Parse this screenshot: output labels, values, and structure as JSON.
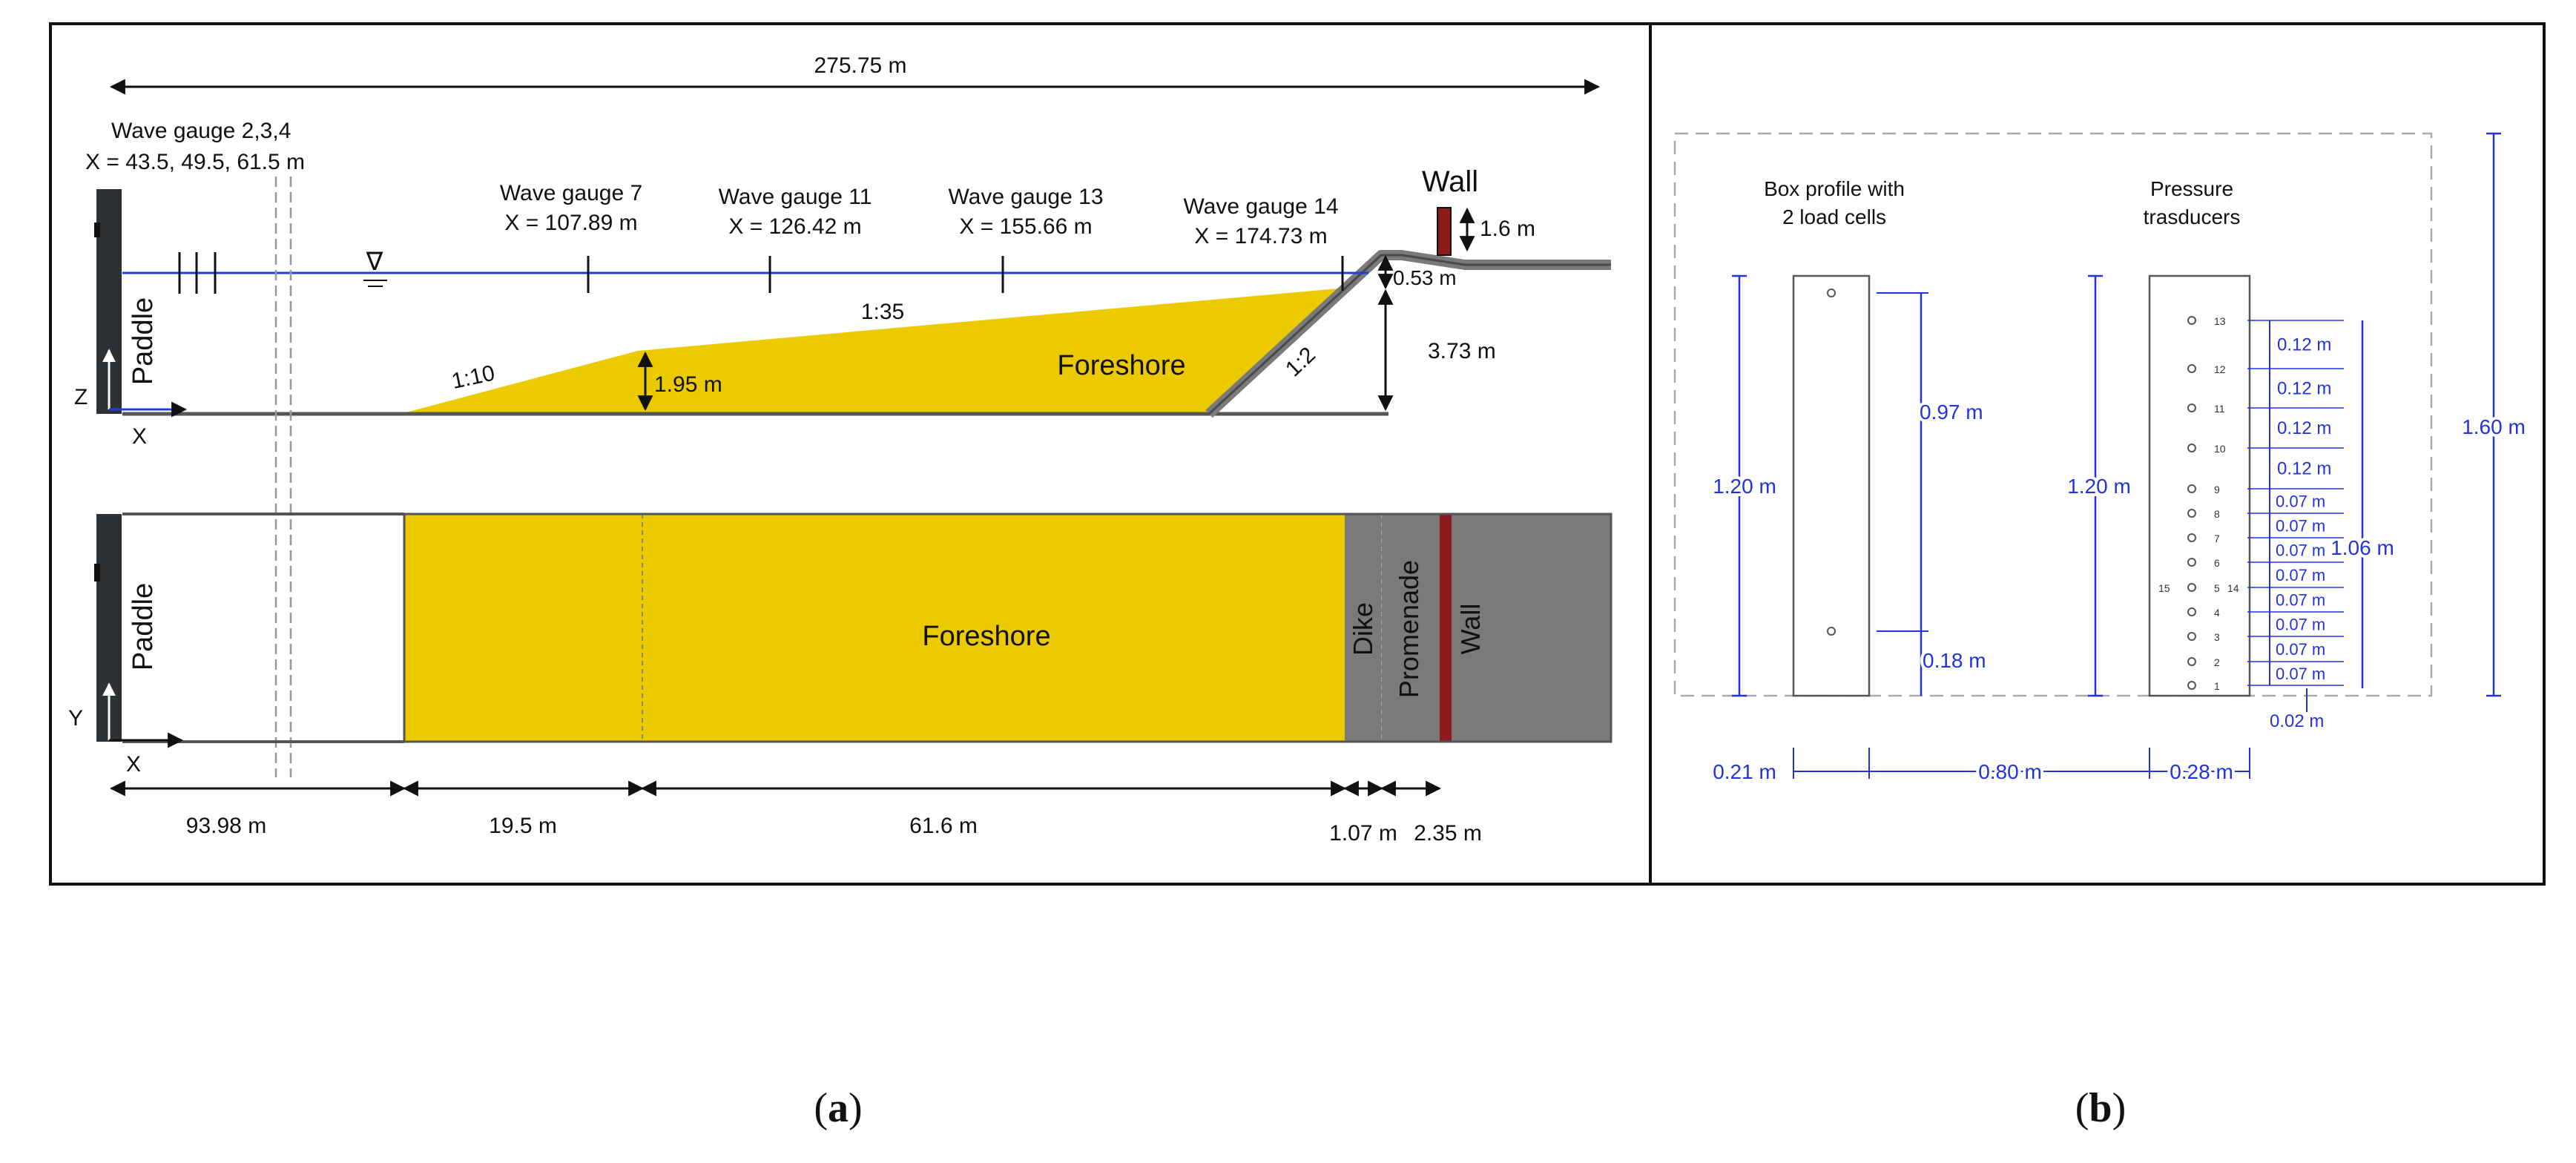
{
  "colors": {
    "foreshore": "#EBCB00",
    "water": "#1F3FD8",
    "dike": "#7A7A7A",
    "wall": "#8B1A1A",
    "paddle": "#2E3133",
    "frame": "#111111",
    "dimension_b": "#2233DD",
    "dashed": "#999999"
  },
  "panel_a": {
    "total_length": "275.75 m",
    "gauge_group": {
      "line1": "Wave gauge 2,3,4",
      "line2": "X = 43.5, 49.5, 61.5 m"
    },
    "gauges": [
      {
        "name": "Wave gauge 7",
        "x": "X = 107.89 m"
      },
      {
        "name": "Wave gauge 11",
        "x": "X = 126.42 m"
      },
      {
        "name": "Wave gauge 13",
        "x": "X = 155.66 m"
      },
      {
        "name": "Wave gauge 14",
        "x": "X = 174.73 m"
      }
    ],
    "side_view": {
      "wall_label": "Wall",
      "wall_height": "1.6 m",
      "freeboard": "0.53 m",
      "depth_at_toe": "3.73 m",
      "slope_foreshore": "1:35",
      "slope_start": "1:10",
      "slope_dike": "1:2",
      "step_height": "1.95 m",
      "foreshore_label": "Foreshore",
      "paddle_label": "Paddle",
      "axis_z": "Z",
      "axis_x": "X",
      "water_symbol": "∇"
    },
    "plan_view": {
      "paddle_label": "Paddle",
      "foreshore_label": "Foreshore",
      "dike_label": "Dike",
      "promenade_label": "Promenade",
      "wall_label": "Wall",
      "axis_y": "Y",
      "axis_x": "X"
    },
    "segments": [
      "93.98 m",
      "19.5 m",
      "61.6 m",
      "1.07 m",
      "2.35 m"
    ]
  },
  "panel_b": {
    "box_title_line1": "Box profile with",
    "box_title_line2": "2 load cells",
    "pressure_title_line1": "Pressure",
    "pressure_title_line2": "trasducers",
    "box_height": "1.20 m",
    "load_cell_spacing": "0.97 m",
    "bottom_offset": "0.18 m",
    "pressure_height": "1.20 m",
    "total_height": "1.60 m",
    "transducer_span": "1.06 m",
    "upper_spacings": [
      "0.12 m",
      "0.12 m",
      "0.12 m",
      "0.12 m"
    ],
    "lower_spacings": [
      "0.07 m",
      "0.07 m",
      "0.07 m",
      "0.07 m",
      "0.07 m",
      "0.07 m",
      "0.07 m",
      "0.07 m"
    ],
    "base_offset": "0.02 m",
    "transducer_ids": [
      "13",
      "12",
      "11",
      "10",
      "9",
      "8",
      "7",
      "6",
      "5",
      "4",
      "3",
      "2",
      "1"
    ],
    "extra_ids": [
      "15",
      "14"
    ],
    "bottom_dims": [
      "0.21 m",
      "0.80 m",
      "0.28 m"
    ]
  },
  "captions": {
    "a": "a",
    "b": "b"
  }
}
